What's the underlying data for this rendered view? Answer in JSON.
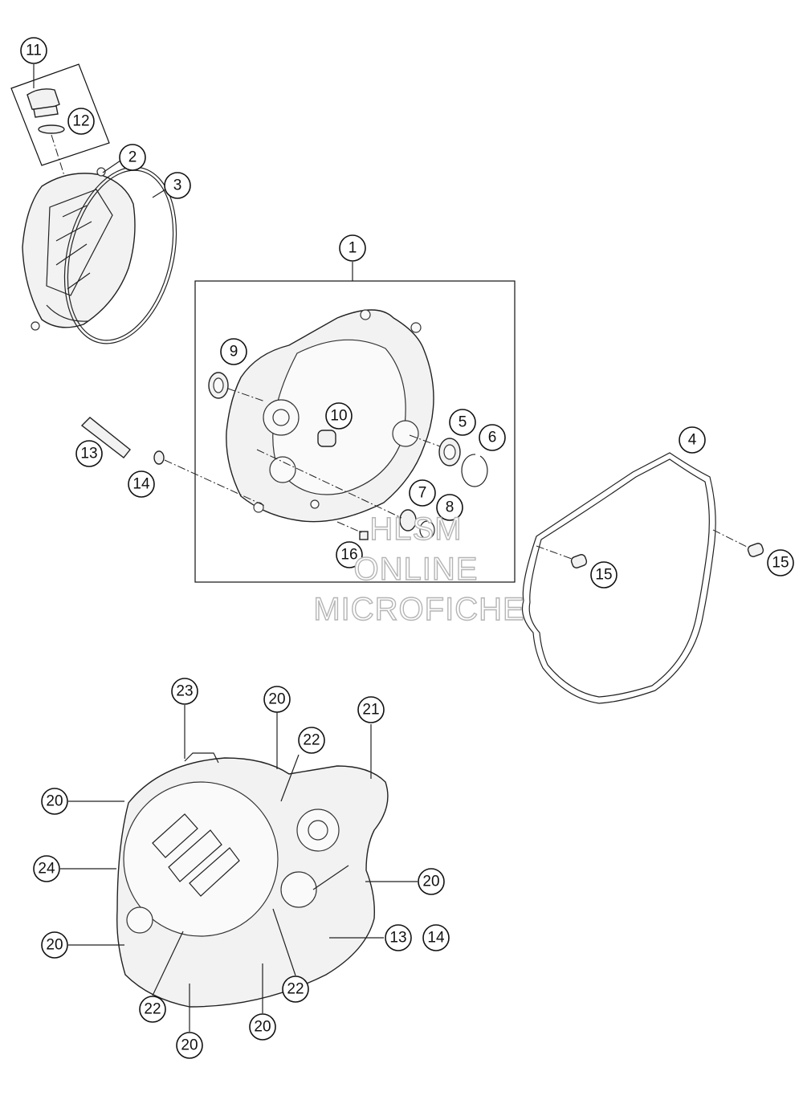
{
  "watermark": {
    "line1": "HLSM",
    "line2": "ONLINE",
    "line3": "MICROFICHE"
  },
  "callouts": [
    {
      "id": "c11a",
      "label": "11"
    },
    {
      "id": "c12",
      "label": "12"
    },
    {
      "id": "c2",
      "label": "2"
    },
    {
      "id": "c3",
      "label": "3"
    },
    {
      "id": "c1",
      "label": "1"
    },
    {
      "id": "c9",
      "label": "9"
    },
    {
      "id": "c10",
      "label": "10"
    },
    {
      "id": "c5",
      "label": "5"
    },
    {
      "id": "c6",
      "label": "6"
    },
    {
      "id": "c4",
      "label": "4"
    },
    {
      "id": "c13a",
      "label": "13"
    },
    {
      "id": "c14a",
      "label": "14"
    },
    {
      "id": "c7",
      "label": "7"
    },
    {
      "id": "c8",
      "label": "8"
    },
    {
      "id": "c16",
      "label": "16"
    },
    {
      "id": "c15a",
      "label": "15"
    },
    {
      "id": "c15b",
      "label": "15"
    },
    {
      "id": "c23",
      "label": "23"
    },
    {
      "id": "c20a",
      "label": "20"
    },
    {
      "id": "c21",
      "label": "21"
    },
    {
      "id": "c22a",
      "label": "22"
    },
    {
      "id": "c20b",
      "label": "20"
    },
    {
      "id": "c24",
      "label": "24"
    },
    {
      "id": "c20c",
      "label": "20"
    },
    {
      "id": "c20d",
      "label": "20"
    },
    {
      "id": "c13b",
      "label": "13"
    },
    {
      "id": "c14b",
      "label": "14"
    },
    {
      "id": "c22b",
      "label": "22"
    },
    {
      "id": "c22c",
      "label": "22"
    },
    {
      "id": "c20e",
      "label": "20"
    },
    {
      "id": "c20f",
      "label": "20"
    }
  ]
}
